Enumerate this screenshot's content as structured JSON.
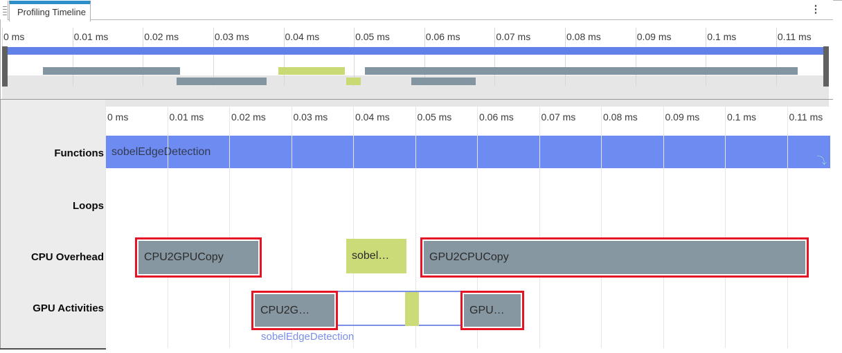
{
  "tab": {
    "title": "Profiling Timeline",
    "grip_icon": "drag-handle",
    "menu_icon": "kebab-vertical-dots",
    "menu_glyph": "⋮"
  },
  "colors": {
    "tab_accent": "#2e8ec9",
    "functions_blue": "#6e8bf2",
    "overview_blue": "#6180e8",
    "bar_gray": "#8797a2",
    "bar_yellow": "#cadb78",
    "selection_red": "#e51424",
    "gpu_span_blue": "#7b8fe8",
    "sidebar_bg": "#ececec",
    "overview_band_bg": "#e6e6e6"
  },
  "ruler_labels": [
    "0 ms",
    "0.01 ms",
    "0.02 ms",
    "0.03 ms",
    "0.04 ms",
    "0.05 ms",
    "0.06 ms",
    "0.07 ms",
    "0.08 ms",
    "0.09 ms",
    "0.1 ms",
    "0.11 ms"
  ],
  "overview": {
    "functions_bar": {
      "color": "blue",
      "start_ms": 0.00079,
      "end_ms": 0.1167
    },
    "bars": [
      {
        "row": "cpu_overhead",
        "color": "gray",
        "start_ms": 0.00581,
        "end_ms": 0.02529
      },
      {
        "row": "cpu_overhead",
        "color": "yellow",
        "start_ms": 0.03926,
        "end_ms": 0.04871
      },
      {
        "row": "cpu_overhead",
        "color": "gray",
        "start_ms": 0.05156,
        "end_ms": 0.11306
      },
      {
        "row": "gpu_activities",
        "color": "gray",
        "start_ms": 0.0248,
        "end_ms": 0.03759
      },
      {
        "row": "gpu_activities",
        "color": "yellow",
        "start_ms": 0.0489,
        "end_ms": 0.05097
      },
      {
        "row": "gpu_activities",
        "color": "gray",
        "start_ms": 0.05815,
        "end_ms": 0.0673
      }
    ]
  },
  "timeline": {
    "row_labels": [
      "Functions",
      "Loops",
      "CPU Overhead",
      "GPU Activities"
    ],
    "functions_bar": {
      "label": "sobelEdgeDetection",
      "start_ms": 0,
      "end_ms": 0.11698,
      "continue_icon": "curved-arrow-down-right",
      "continue_glyph": "⤵"
    },
    "cpu_overhead_bars": [
      {
        "label": "CPU2GPUCopy",
        "color": "gray",
        "selected": true,
        "start_ms": 0.0048,
        "end_ms": 0.02525
      },
      {
        "label": "sobel…",
        "color": "yellow",
        "selected": false,
        "start_ms": 0.03888,
        "end_ms": 0.0486
      },
      {
        "label": "GPU2CPUCopy",
        "color": "gray",
        "selected": true,
        "start_ms": 0.05084,
        "end_ms": 0.11352
      }
    ],
    "gpu_activity_bars": [
      {
        "label": "CPU2G…",
        "color": "gray",
        "selected": true,
        "start_ms": 0.02358,
        "end_ms": 0.03754
      },
      {
        "label": "",
        "color": "yellow",
        "selected": false,
        "start_ms": 0.04838,
        "end_ms": 0.05061
      },
      {
        "label": "GPU…",
        "color": "gray",
        "selected": true,
        "start_ms": 0.05732,
        "end_ms": 0.0676
      }
    ],
    "gpu_span": {
      "label": "sobelEdgeDetection",
      "start_ms": 0.02413,
      "end_ms": 0.0676
    }
  }
}
